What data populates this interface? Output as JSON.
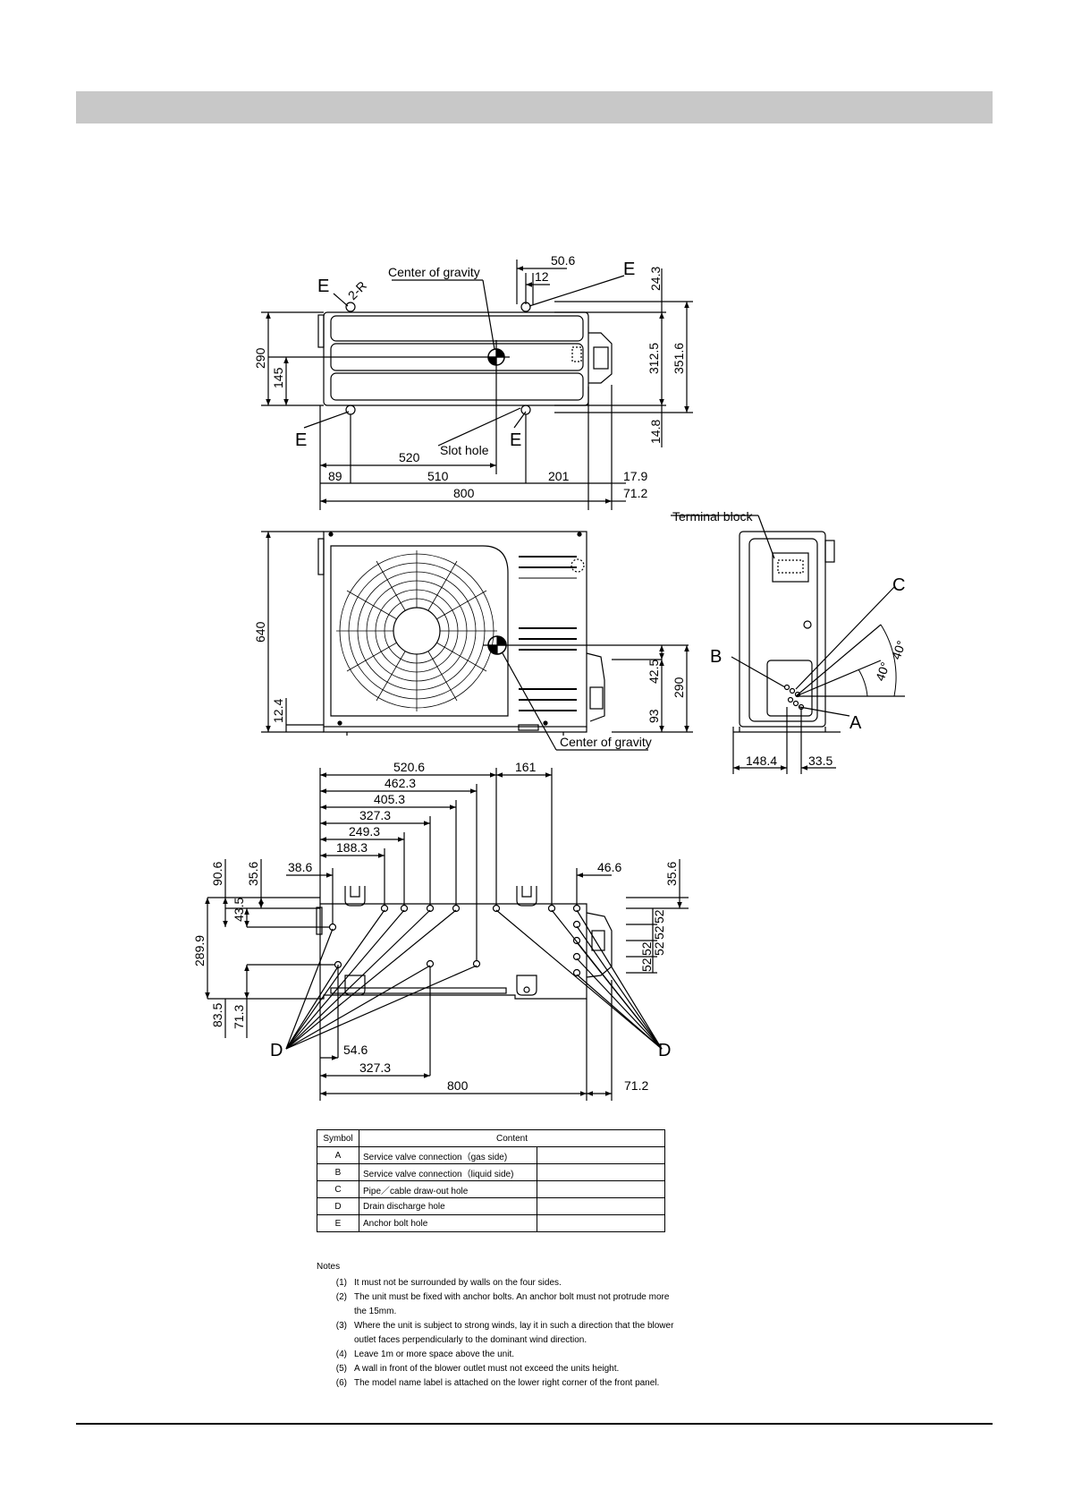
{
  "labels": {
    "E": "E",
    "A": "A",
    "B": "B",
    "C": "C",
    "D": "D",
    "two_r": "2-R",
    "center_of_gravity": "Center of gravity",
    "slot_hole": "Slot hole",
    "terminal_block": "Terminal block"
  },
  "top_view": {
    "d_50_6": "50.6",
    "d_12": "12",
    "d_24_3": "24.3",
    "d_312_5": "312.5",
    "d_351_6": "351.6",
    "d_14_8": "14.8",
    "d_290": "290",
    "d_145": "145",
    "d_520": "520",
    "d_89": "89",
    "d_510": "510",
    "d_201": "201",
    "d_17_9": "17.9",
    "d_800": "800",
    "d_71_2": "71.2"
  },
  "front_view": {
    "d_640": "640",
    "d_12_4": "12.4",
    "d_42_5": "42.5",
    "d_93": "93",
    "d_290": "290"
  },
  "side_view": {
    "d_148_4": "148.4",
    "d_33_5": "33.5",
    "a_40a": "40°",
    "a_40b": "40°"
  },
  "bottom_view": {
    "d_520_6": "520.6",
    "d_161": "161",
    "d_462_3": "462.3",
    "d_405_3": "405.3",
    "d_327_3": "327.3",
    "d_249_3": "249.3",
    "d_188_3": "188.3",
    "d_38_6": "38.6",
    "d_90_6": "90.6",
    "d_43_5": "43.5",
    "d_35_6": "35.6",
    "d_46_6": "46.6",
    "d_35_6b": "35.6",
    "d_289_9": "289.9",
    "d_83_5": "83.5",
    "d_71_3": "71.3",
    "d_54_6": "54.6",
    "d_327_3b": "327.3",
    "d_800": "800",
    "d_71_2": "71.2",
    "d_52a": "52",
    "d_52b": "52",
    "d_52c": "52",
    "d_52d": "52",
    "d_52e": "52"
  },
  "legend": {
    "header_symbol": "Symbol",
    "header_content": "Content",
    "rows": [
      {
        "symbol": "A",
        "content": "Service valve connection（gas side)"
      },
      {
        "symbol": "B",
        "content": "Service valve connection（liquid side)"
      },
      {
        "symbol": "C",
        "content": "Pipe／cable draw-out hole"
      },
      {
        "symbol": "D",
        "content": "Drain discharge hole"
      },
      {
        "symbol": "E",
        "content": "Anchor bolt hole"
      }
    ]
  },
  "notes": {
    "title": "Notes",
    "items": [
      {
        "num": "(1)",
        "text": "It must not be surrounded by walls on the four sides."
      },
      {
        "num": "(2)",
        "text": "The unit must be fixed with anchor bolts. An anchor bolt must not protrude more the 15mm."
      },
      {
        "num": "(3)",
        "text": "Where the unit is subject to strong winds, lay it in such a direction that the blower outlet faces perpendicularly to the dominant wind direction."
      },
      {
        "num": "(4)",
        "text": "Leave 1m or more space above the unit."
      },
      {
        "num": "(5)",
        "text": "A wall in front of the blower outlet must not exceed the units height."
      },
      {
        "num": "(6)",
        "text": "The model name label is attached on the lower right corner of the front panel."
      }
    ]
  }
}
